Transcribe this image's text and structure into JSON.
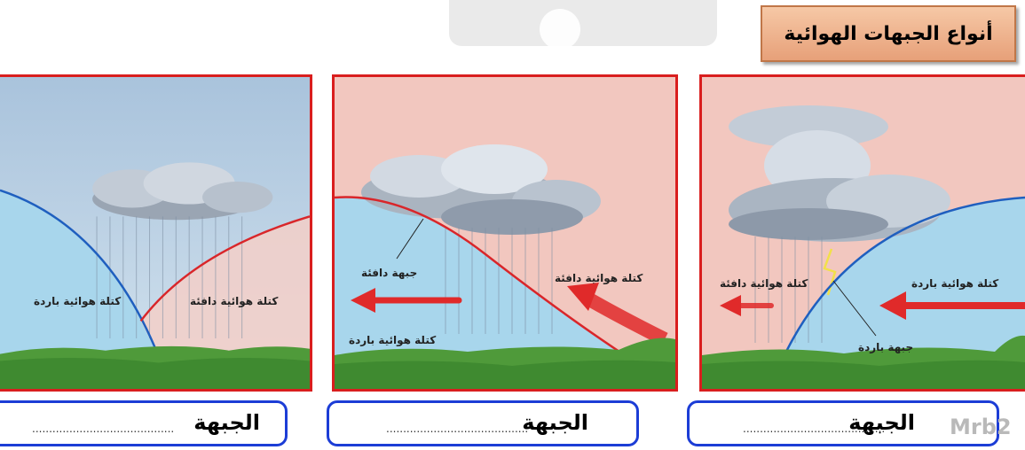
{
  "title": "أنواع الجبهات الهوائية",
  "panels": {
    "left": {
      "cold_label": "كتلة هوائية باردة",
      "warm_label": "كتلة هوائية دافئة"
    },
    "middle": {
      "front_label": "جبهة دافئة",
      "warm_label": "كتلة هوائية دافئة",
      "cold_label": "كتلة هوائية باردة"
    },
    "right": {
      "warm_label": "كتلة هوائية دافئة",
      "cold_label": "كتلة هوائية باردة",
      "front_label": "جبهة باردة"
    }
  },
  "answers": {
    "word": "الجبهة",
    "dots": ".........................................."
  },
  "watermark": {
    "brand": "Mrb2"
  },
  "colors": {
    "cold_front_line": "#1f5fbf",
    "warm_front_line": "#d9262a",
    "arrow": "#e02a2a",
    "panel_border": "#d91e1e",
    "answer_border": "#1c3dd6"
  }
}
